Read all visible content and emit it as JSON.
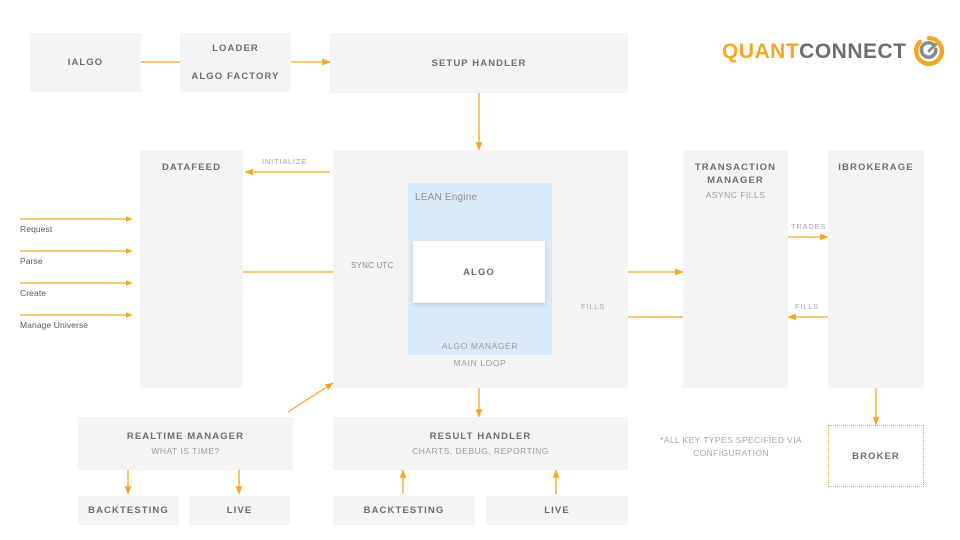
{
  "brand": {
    "name_part1": "QUANT",
    "name_part2": "CONNECT",
    "mark_icon": "quantconnect-circle-icon",
    "accent_color": "#f5a623",
    "text_color": "#6d6e71"
  },
  "colors": {
    "box_fill": "#f4f4f4",
    "lean_fill": "#daeaf8",
    "arrow": "#f5a623",
    "title_text": "#6d6e71",
    "sub_text": "#9b9b9b"
  },
  "nodes": {
    "ialgo": {
      "title": "IALGO"
    },
    "loader": {
      "title": "LOADER",
      "title2": "ALGO FACTORY"
    },
    "setup_handler": {
      "title": "SETUP HANDLER"
    },
    "datafeed": {
      "title": "DATAFEED"
    },
    "main_loop": {
      "caption": "MAIN LOOP"
    },
    "lean_engine": {
      "label": "LEAN Engine",
      "manager_label": "ALGO MANAGER"
    },
    "algo": {
      "title": "ALGO"
    },
    "transaction_manager": {
      "title": "TRANSACTION MANAGER",
      "subtitle": "ASYNC FILLS"
    },
    "ibrokerage": {
      "title": "IBROKERAGE"
    },
    "broker": {
      "title": "BROKER"
    },
    "realtime_manager": {
      "title": "REALTIME MANAGER",
      "subtitle": "WHAT IS TIME?"
    },
    "result_handler": {
      "title": "RESULT HANDLER",
      "subtitle": "CHARTS, DEBUG, REPORTING"
    },
    "rt_backtesting": {
      "title": "BACKTESTING"
    },
    "rt_live": {
      "title": "LIVE"
    },
    "res_backtesting": {
      "title": "BACKTESTING"
    },
    "res_live": {
      "title": "LIVE"
    }
  },
  "edges": {
    "initialize": "INITIALIZE",
    "sync_utc": "SYNC UTC",
    "trades": "TRADES",
    "fills_right": "FILLS",
    "fills_center": "FILLS"
  },
  "inputs": [
    {
      "label": "Request"
    },
    {
      "label": "Parse"
    },
    {
      "label": "Create"
    },
    {
      "label": "Manage Universe"
    }
  ],
  "footnote": {
    "text": "*ALL KEY TYPES SPECIFIED VIA CONFIGURATION"
  }
}
